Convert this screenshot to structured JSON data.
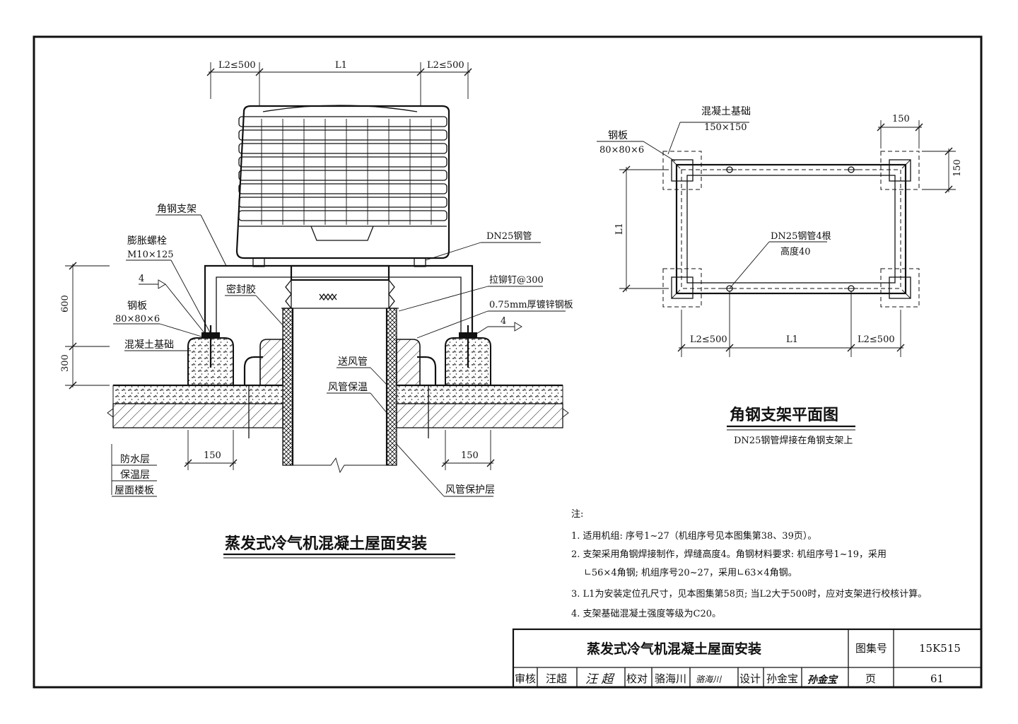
{
  "section_view": {
    "title": "蒸发式冷气机混凝土屋面安装",
    "dims": {
      "l2_left": "L2≤500",
      "l1": "L1",
      "l2_right": "L2≤500",
      "h600": "600",
      "h300": "300",
      "w150_left": "150",
      "w150_right": "150"
    },
    "labels": {
      "angle_bracket": "角钢支架",
      "expansion_bolt": "膨胀螺栓",
      "bolt_spec": "M10×125",
      "weld_left": "4",
      "steel_plate": "钢板",
      "plate_spec": "80×80×6",
      "concrete_base": "混凝土基础",
      "sealant": "密封胶",
      "dn25": "DN25钢管",
      "rivet": "拉铆钉@300",
      "galv_sheet": "0.75mm厚镀锌钢板",
      "weld_right": "4",
      "supply_duct": "送风管",
      "duct_insulation": "风管保温",
      "duct_protection": "风管保护层",
      "waterproof": "防水层",
      "insulation": "保温层",
      "roof_slab": "屋面楼板"
    }
  },
  "plan_view": {
    "title": "角钢支架平面图",
    "subtitle": "DN25钢管焊接在角钢支架上",
    "labels": {
      "concrete_base": "混凝土基础",
      "base_spec": "150×150",
      "steel_plate": "钢板",
      "plate_spec": "80×80×6",
      "pipes": "DN25钢管4根",
      "pipe_height": "高度40"
    },
    "dims": {
      "w150": "150",
      "h150": "150",
      "l1_vertical": "L1",
      "l2_left": "L2≤500",
      "l1": "L1",
      "l2_right": "L2≤500"
    }
  },
  "notes": {
    "heading": "注:",
    "items": [
      "1. 适用机组: 序号1~27（机组序号见本图集第38、39页）。",
      "2. 支架采用角钢焊接制作，焊缝高度4。角钢材料要求:   机组序号1~19，采用",
      "∟56×4角钢; 机组序号20~27，采用∟63×4角钢。",
      "3. L1为安装定位孔尺寸，见本图集第58页; 当L2大于500时，应对支架进行校核计算。",
      "4. 支架基础混凝土强度等级为C20。"
    ]
  },
  "title_block": {
    "title": "蒸发式冷气机混凝土屋面安装",
    "atlas_label": "图集号",
    "atlas_no": "15K515",
    "review_label": "审核",
    "reviewer": "汪超",
    "reviewer_sign": "汪 超",
    "check_label": "校对",
    "checker": "骆海川",
    "checker_sign": "骆海川",
    "design_label": "设计",
    "designer": "孙金宝",
    "designer_sign": "孙金宝",
    "page_label": "页",
    "page_no": "61"
  }
}
